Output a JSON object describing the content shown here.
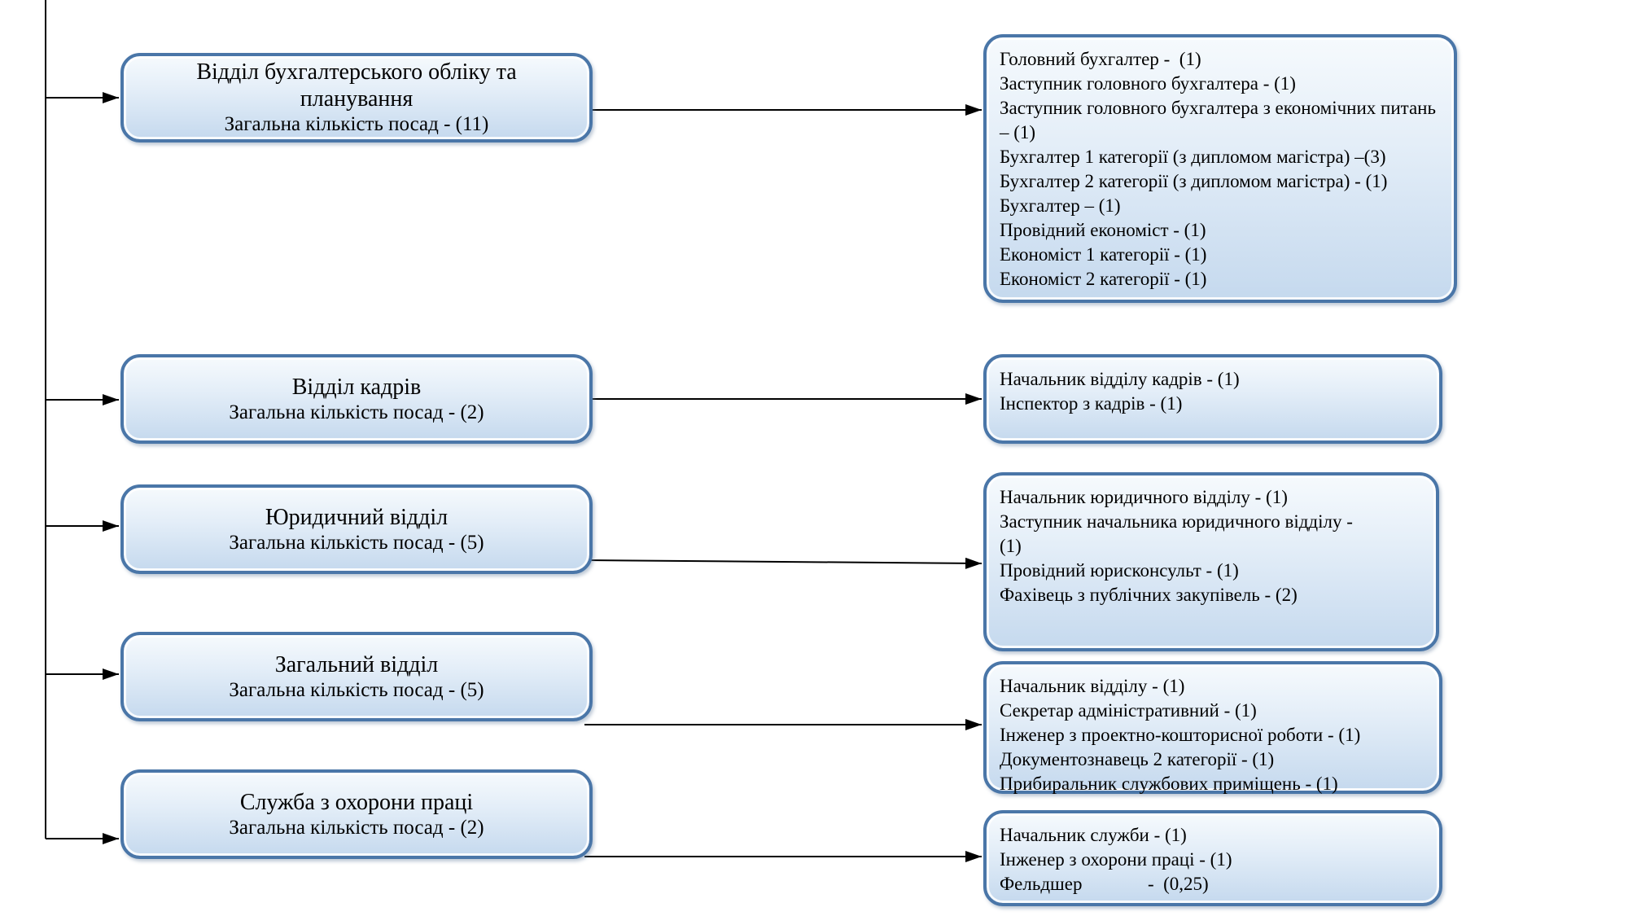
{
  "rows": [
    {
      "department": {
        "title": "Відділ бухгалтерського обліку та планування",
        "subtitle": "Загальна кількість посад - (11)"
      },
      "positions": [
        "Головний бухгалтер -  (1)",
        "Заступник головного бухгалтера - (1)",
        "Заступник головного бухгалтера з економічних питань – (1)",
        "Бухгалтер 1 категорії (з дипломом магістра) –(3)",
        "Бухгалтер 2 категорії (з дипломом магістра) - (1)",
        "Бухгалтер – (1)",
        "Провідний економіст - (1)",
        "Економіст 1 категорії - (1)",
        "Економіст 2 категорії - (1)"
      ]
    },
    {
      "department": {
        "title": "Відділ кадрів",
        "subtitle": "Загальна кількість посад - (2)"
      },
      "positions": [
        "Начальник відділу кадрів - (1)",
        "Інспектор з кадрів - (1)"
      ]
    },
    {
      "department": {
        "title": "Юридичний відділ",
        "subtitle": "Загальна кількість посад - (5)"
      },
      "positions": [
        "Начальник юридичного відділу - (1)",
        "Заступник начальника юридичного відділу - (1)",
        "Провідний юрисконсульт - (1)",
        "Фахівець з публічних закупівель - (2)"
      ]
    },
    {
      "department": {
        "title": "Загальний відділ",
        "subtitle": "Загальна кількість посад - (5)"
      },
      "positions": [
        "Начальник відділу - (1)",
        "Секретар адміністративний - (1)",
        "Інженер з проектно-кошторисної роботи - (1)",
        "Документознавець 2 категорії - (1)",
        "Прибиральник службових приміщень - (1)"
      ]
    },
    {
      "department": {
        "title": "Служба з охорони праці",
        "subtitle": "Загальна кількість посад - (2)"
      },
      "positions": [
        "Начальник служби - (1)",
        "Інженер з охорони праці - (1)",
        "Фельдшер              -  (0,25)"
      ]
    }
  ],
  "colors": {
    "box_border": "#4a76a8",
    "box_fill_top": "#f6fafd",
    "box_fill_bottom": "#c5d9ee",
    "line": "#000000"
  }
}
